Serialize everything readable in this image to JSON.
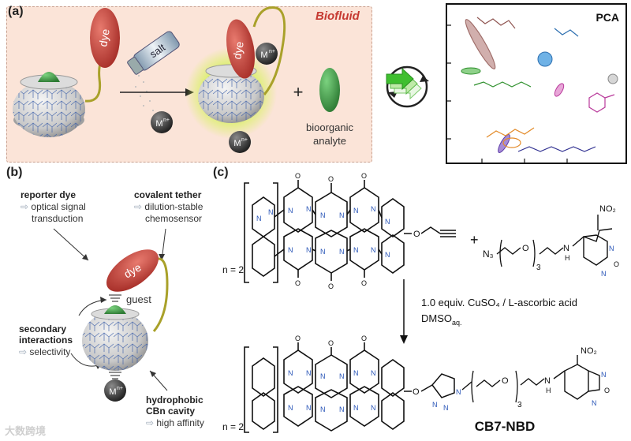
{
  "panel_a": {
    "label": "(a)",
    "biofluid": "Biofluid",
    "dye": "dye",
    "salt": "salt",
    "metal": "M",
    "metal_sup": "n+",
    "plus": "+",
    "analyte_line1": "bioorganic",
    "analyte_line2": "analyte",
    "pca_title": "PCA"
  },
  "panel_b": {
    "label": "(b)",
    "reporter_title": "reporter dye",
    "reporter_desc1": "optical signal",
    "reporter_desc2": "transduction",
    "tether_title": "covalent tether",
    "tether_desc1": "dilution-stable",
    "tether_desc2": "chemosensor",
    "guest": "guest",
    "dye": "dye",
    "secondary_title1": "secondary",
    "secondary_title2": "interactions",
    "secondary_desc": "selectivity",
    "hydro_title1": "hydrophobic",
    "hydro_title2": "CBn cavity",
    "hydro_desc": "high affinity",
    "metal": "M",
    "metal_sup": "n+"
  },
  "panel_c": {
    "label": "(c)",
    "n_top": "n = 2",
    "n_bottom": "n = 2",
    "plus": "+",
    "azide_left": "N₃",
    "repeat": "3",
    "nh": "H",
    "no2": "NO₂",
    "conditions1": "1.0 equiv. CuSO₄ / L-ascorbic acid",
    "conditions2": "DMSO",
    "conditions2_sub": "aq.",
    "product_name": "CB7-NBD"
  },
  "watermark": "大数跨境",
  "colors": {
    "dye_red": "#c8413a",
    "tether": "#a9a12a",
    "analyte_green": "#3f9a45",
    "glow": "#d6f25a",
    "biofluid_bg": "#fbe4d8",
    "biofluid_text": "#c63a32"
  }
}
